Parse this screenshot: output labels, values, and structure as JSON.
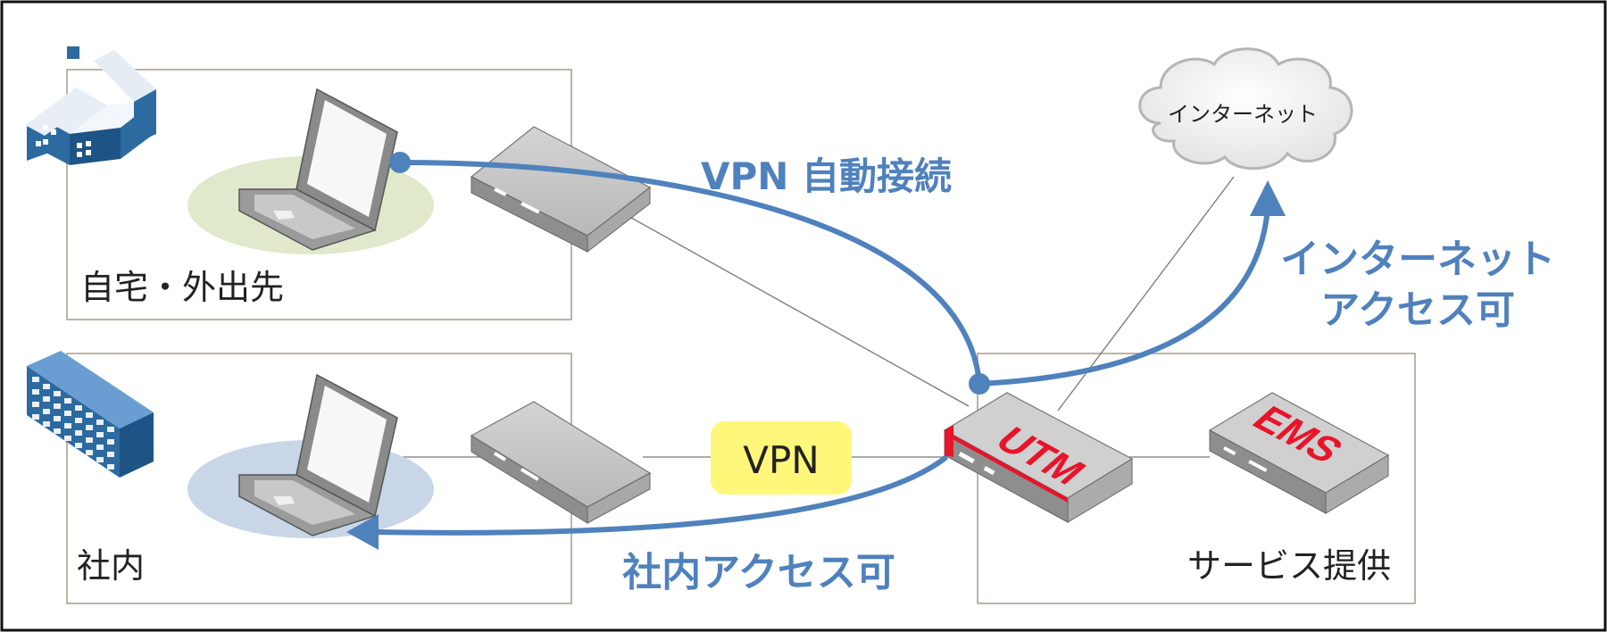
{
  "labels": {
    "home": "自宅・外出先",
    "office": "社内",
    "service": "サービス提供",
    "internet_cloud": "インターネット",
    "vpn_auto": "VPN 自動接続",
    "internet_access_line1": "インターネット",
    "internet_access_line2": "アクセス可",
    "office_access": "社内アクセス可",
    "vpn_badge": "VPN",
    "utm": "UTM",
    "ems": "EMS"
  },
  "colors": {
    "arrow_blue": "#4f81bd",
    "label_blue": "#4f81bd",
    "utm_red": "#e8142a",
    "vpn_badge_yellow": "#fff77a",
    "box_border": "#a89a8c",
    "building_blue": "#2c6aa0",
    "home_ellipse": "#e0e9cb",
    "office_ellipse": "#c8d6e8"
  }
}
